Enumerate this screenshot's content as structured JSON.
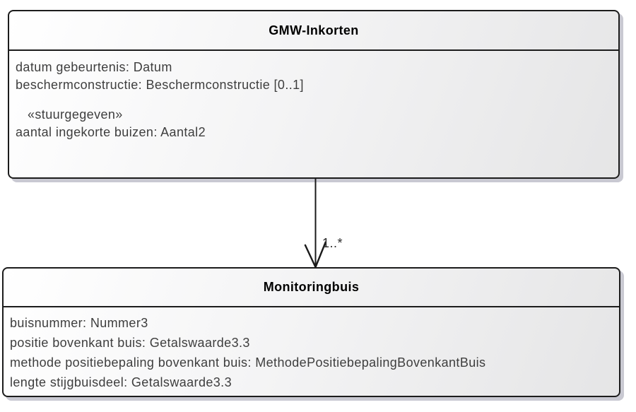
{
  "diagram_type": "uml-class-diagram",
  "colors": {
    "box_fill_start": "#ffffff",
    "box_fill_end": "#e5e5e6",
    "box_border": "#1c1c1c",
    "box_shadow": "#c9c9d2",
    "attribute_text": "#3e3e3e",
    "title_text": "#000000",
    "connector": "#1a1a1a"
  },
  "classes": {
    "gmw_inkorten": {
      "title": "GMW-Inkorten",
      "attributes": [
        "datum gebeurtenis: Datum",
        "beschermconstructie: Beschermconstructie [0..1]"
      ],
      "stereotype": "«stuurgegeven»",
      "stereotyped_attributes": [
        "aantal ingekorte buizen: Aantal2"
      ]
    },
    "monitoringbuis": {
      "title": "Monitoringbuis",
      "attributes": [
        "buisnummer: Nummer3",
        "positie bovenkant buis: Getalswaarde3.3",
        "methode positiebepaling bovenkant buis: MethodePositiebepalingBovenkantBuis",
        "lengte stijgbuisdeel: Getalswaarde3.3"
      ]
    }
  },
  "association": {
    "type": "directed-association",
    "from": "GMW-Inkorten",
    "to": "Monitoringbuis",
    "target_multiplicity": "1..*"
  }
}
